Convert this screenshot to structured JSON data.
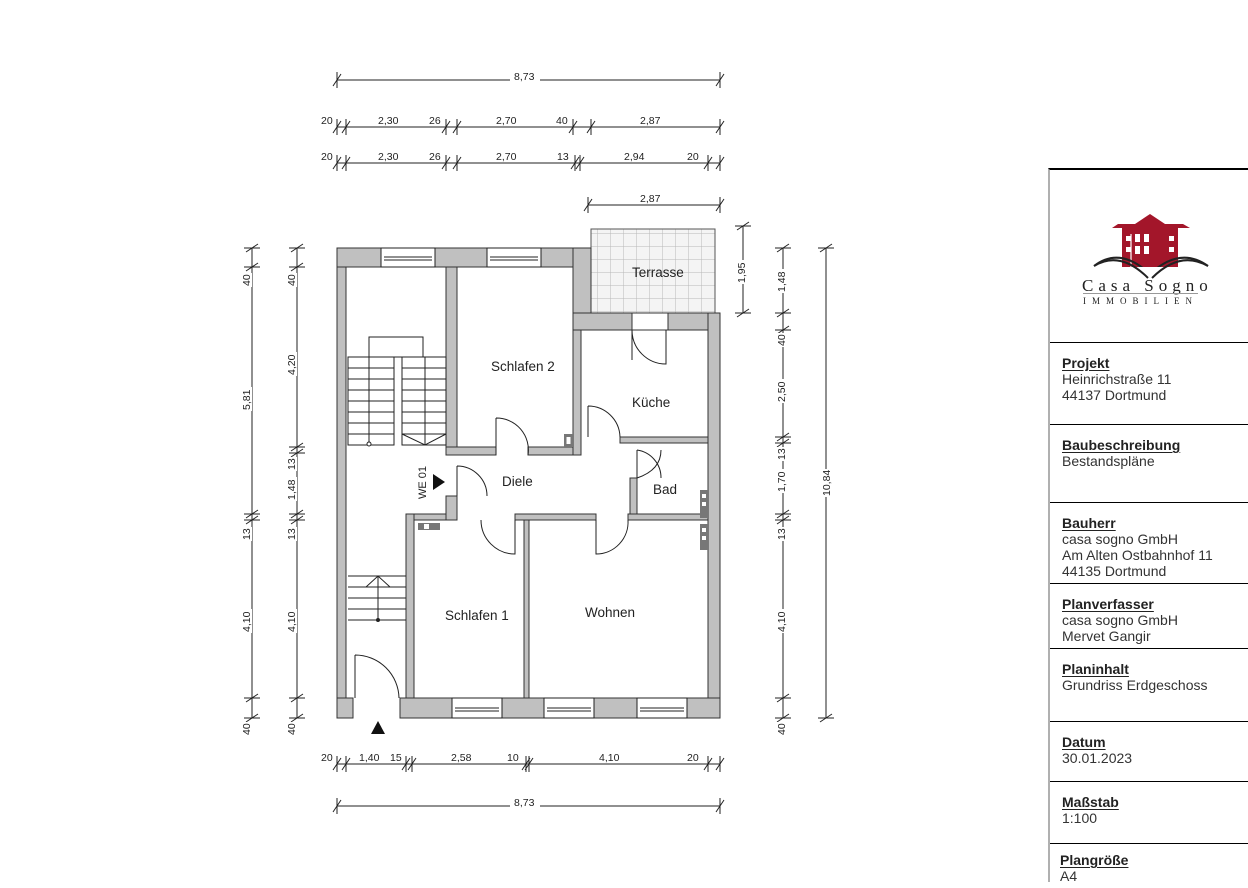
{
  "plan": {
    "rooms": {
      "terrasse": "Terrasse",
      "schlafen2": "Schlafen 2",
      "kueche": "Küche",
      "diele": "Diele",
      "bad": "Bad",
      "schlafen1": "Schlafen 1",
      "wohnen": "Wohnen"
    },
    "unit_label": "WE 01",
    "dimensions": {
      "top_total": "8,73",
      "top_row1": [
        "20",
        "2,30",
        "26",
        "2,70",
        "40",
        "2,87"
      ],
      "top_row2": [
        "20",
        "2,30",
        "26",
        "2,70",
        "13",
        "2,94",
        "20"
      ],
      "terrace_width": "2,87",
      "bottom_row": [
        "20",
        "1,40",
        "15",
        "2,58",
        "10",
        "4,10",
        "20"
      ],
      "bottom_total": "8,73",
      "left_outer": [
        "40",
        "5,81",
        "13",
        "4,10",
        "40"
      ],
      "left_inner": [
        "40",
        "4,20",
        "13",
        "1,48",
        "13",
        "4,10",
        "40"
      ],
      "right_terrace": "1,95",
      "right_inner": [
        "1,48",
        "40",
        "2,50",
        "13",
        "1,70",
        "13",
        "4,10",
        "40"
      ],
      "right_total": "10,84"
    }
  },
  "titleblock": {
    "logo": {
      "name": "CasaSogno",
      "main": "Casa Sogno",
      "sub": "IMMOBILIEN",
      "color": "#a3162a"
    },
    "sections": [
      {
        "heading": "Projekt",
        "lines": [
          "Heinrichstraße 11",
          "44137 Dortmund"
        ]
      },
      {
        "heading": "Baubeschreibung",
        "lines": [
          "Bestandspläne"
        ]
      },
      {
        "heading": "Bauherr",
        "lines": [
          "casa sogno GmbH",
          "Am Alten Ostbahnhof 11",
          "44135 Dortmund"
        ]
      },
      {
        "heading": "Planverfasser",
        "lines": [
          "casa sogno GmbH",
          "Mervet Gangir"
        ]
      },
      {
        "heading": "Planinhalt",
        "lines": [
          "Grundriss Erdgeschoss"
        ]
      },
      {
        "heading": "Datum",
        "lines": [
          "30.01.2023"
        ]
      },
      {
        "heading": "Maßstab",
        "lines": [
          "1:100"
        ]
      },
      {
        "heading": "Plangröße",
        "lines": [
          "A4"
        ]
      }
    ]
  }
}
